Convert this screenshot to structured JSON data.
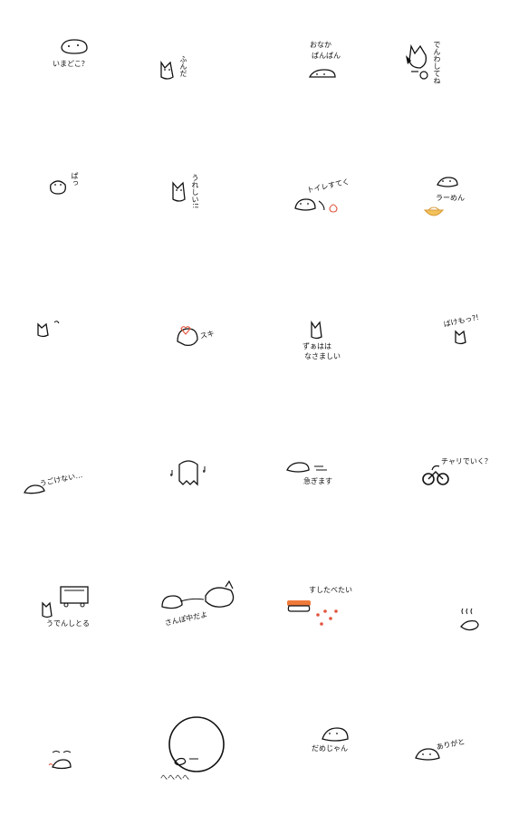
{
  "stickers": [
    {
      "id": 1,
      "captions": [
        "いまどこ？"
      ]
    },
    {
      "id": 2,
      "captions": [
        "ふんだ"
      ]
    },
    {
      "id": 3,
      "captions": [
        "おなか",
        "ぱんぱん"
      ]
    },
    {
      "id": 4,
      "captions": [
        "でんわしてね"
      ]
    },
    {
      "id": 5,
      "captions": [
        "ぱっ"
      ]
    },
    {
      "id": 6,
      "captions": [
        "うれしい!!"
      ]
    },
    {
      "id": 7,
      "captions": [
        "トイレすてく"
      ]
    },
    {
      "id": 8,
      "captions": [
        "ラーめん"
      ]
    },
    {
      "id": 9,
      "captions": []
    },
    {
      "id": 10,
      "captions": [
        "スキ"
      ]
    },
    {
      "id": 11,
      "captions": [
        "ずぁはは",
        "なさましい"
      ]
    },
    {
      "id": 12,
      "captions": [
        "ばけもっ?!"
      ]
    },
    {
      "id": 13,
      "captions": [
        "うごけない…"
      ]
    },
    {
      "id": 14,
      "captions": []
    },
    {
      "id": 15,
      "captions": [
        "急ぎます"
      ]
    },
    {
      "id": 16,
      "captions": [
        "チャリでいく？"
      ]
    },
    {
      "id": 17,
      "captions": [
        "うでんしとる"
      ]
    },
    {
      "id": 18,
      "captions": [
        "さんぽ中だよ"
      ]
    },
    {
      "id": 19,
      "captions": [
        "すしたべたい"
      ]
    },
    {
      "id": 20,
      "captions": []
    },
    {
      "id": 21,
      "captions": []
    },
    {
      "id": 22,
      "captions": [
        "へへへへ"
      ]
    },
    {
      "id": 23,
      "captions": [
        "だめじゃん"
      ]
    },
    {
      "id": 24,
      "captions": [
        "ありがと"
      ]
    }
  ],
  "colors": {
    "ink": "#111111",
    "accent_red": "#e2553d",
    "sushi_orange": "#f07a3a",
    "ramen_yellow": "#f2c35a"
  }
}
